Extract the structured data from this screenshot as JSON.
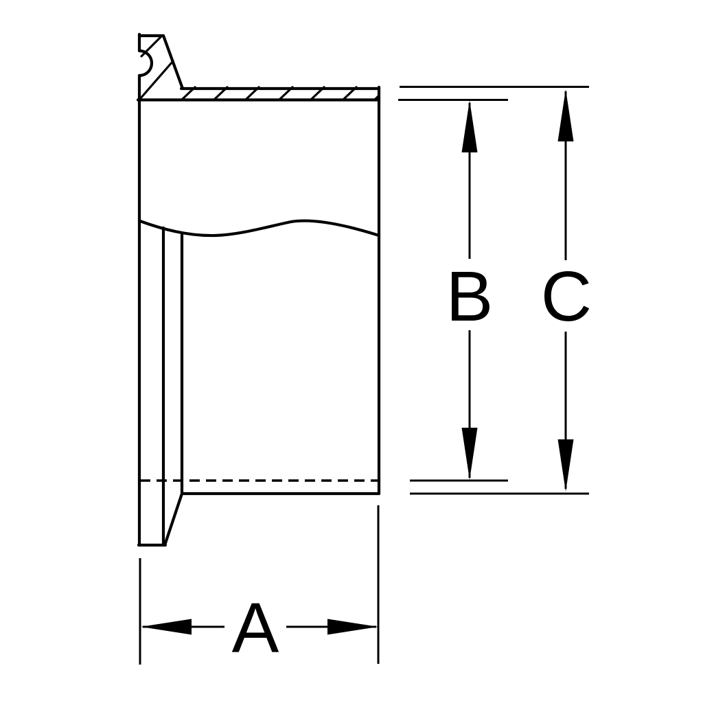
{
  "figure": {
    "name": "sanitary-clamp-weld-ferrule-cross-section",
    "background_color": "#ffffff",
    "line_color": "#000000"
  },
  "dimensions": {
    "a": {
      "label": "A",
      "orientation": "horizontal"
    },
    "b": {
      "label": "B",
      "orientation": "vertical"
    },
    "c": {
      "label": "C",
      "orientation": "vertical"
    }
  }
}
